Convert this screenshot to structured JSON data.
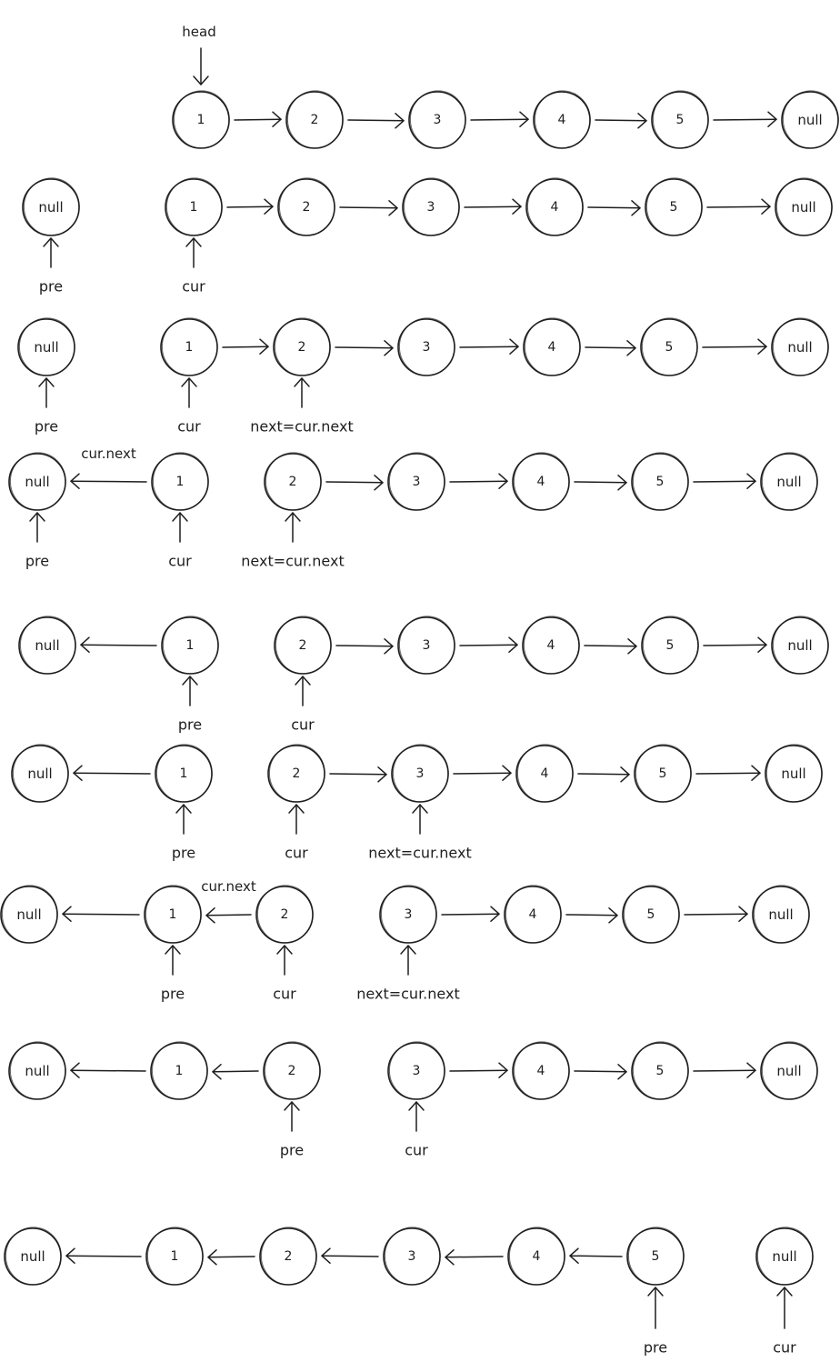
{
  "colors": {
    "ink": "#1e1e1e",
    "background": "#ffffff"
  },
  "steps": [
    {
      "nodes": [
        "1",
        "2",
        "3",
        "4",
        "5",
        "null"
      ],
      "arrows": [
        [
          0,
          1
        ],
        [
          1,
          2
        ],
        [
          2,
          3
        ],
        [
          3,
          4
        ],
        [
          4,
          5
        ]
      ],
      "labels": [
        {
          "text": "head",
          "node": 0,
          "side": "above"
        }
      ]
    },
    {
      "nodes": [
        "null",
        "1",
        "2",
        "3",
        "4",
        "5",
        "null"
      ],
      "arrows": [
        [
          1,
          2
        ],
        [
          2,
          3
        ],
        [
          3,
          4
        ],
        [
          4,
          5
        ],
        [
          5,
          6
        ]
      ],
      "labels": [
        {
          "text": "pre",
          "node": 0,
          "side": "below"
        },
        {
          "text": "cur",
          "node": 1,
          "side": "below"
        }
      ]
    },
    {
      "nodes": [
        "null",
        "1",
        "2",
        "3",
        "4",
        "5",
        "null"
      ],
      "arrows": [
        [
          1,
          2
        ],
        [
          2,
          3
        ],
        [
          3,
          4
        ],
        [
          4,
          5
        ],
        [
          5,
          6
        ]
      ],
      "labels": [
        {
          "text": "pre",
          "node": 0,
          "side": "below"
        },
        {
          "text": "cur",
          "node": 1,
          "side": "below"
        },
        {
          "text": "next=cur.next",
          "node": 2,
          "side": "below"
        }
      ]
    },
    {
      "nodes": [
        "null",
        "1",
        "2",
        "3",
        "4",
        "5",
        "null"
      ],
      "arrows": [
        [
          1,
          0
        ],
        [
          2,
          3
        ],
        [
          3,
          4
        ],
        [
          4,
          5
        ],
        [
          5,
          6
        ]
      ],
      "labels": [
        {
          "text": "pre",
          "node": 0,
          "side": "below"
        },
        {
          "text": "cur",
          "node": 1,
          "side": "below"
        },
        {
          "text": "next=cur.next",
          "node": 2,
          "side": "below"
        }
      ],
      "arrow_labels": [
        {
          "text": "cur.next",
          "arrow": 0
        }
      ]
    },
    {
      "nodes": [
        "null",
        "1",
        "2",
        "3",
        "4",
        "5",
        "null"
      ],
      "arrows": [
        [
          1,
          0
        ],
        [
          2,
          3
        ],
        [
          3,
          4
        ],
        [
          4,
          5
        ],
        [
          5,
          6
        ]
      ],
      "labels": [
        {
          "text": "pre",
          "node": 1,
          "side": "below"
        },
        {
          "text": "cur",
          "node": 2,
          "side": "below"
        }
      ]
    },
    {
      "nodes": [
        "null",
        "1",
        "2",
        "3",
        "4",
        "5",
        "null"
      ],
      "arrows": [
        [
          1,
          0
        ],
        [
          2,
          3
        ],
        [
          3,
          4
        ],
        [
          4,
          5
        ],
        [
          5,
          6
        ]
      ],
      "labels": [
        {
          "text": "pre",
          "node": 1,
          "side": "below"
        },
        {
          "text": "cur",
          "node": 2,
          "side": "below"
        },
        {
          "text": "next=cur.next",
          "node": 3,
          "side": "below"
        }
      ]
    },
    {
      "nodes": [
        "null",
        "1",
        "2",
        "3",
        "4",
        "5",
        "null"
      ],
      "arrows": [
        [
          1,
          0
        ],
        [
          2,
          1
        ],
        [
          3,
          4
        ],
        [
          4,
          5
        ],
        [
          5,
          6
        ]
      ],
      "labels": [
        {
          "text": "pre",
          "node": 1,
          "side": "below"
        },
        {
          "text": "cur",
          "node": 2,
          "side": "below"
        },
        {
          "text": "next=cur.next",
          "node": 3,
          "side": "below"
        }
      ],
      "arrow_labels": [
        {
          "text": "cur.next",
          "arrow": 1
        }
      ]
    },
    {
      "nodes": [
        "null",
        "1",
        "2",
        "3",
        "4",
        "5",
        "null"
      ],
      "arrows": [
        [
          1,
          0
        ],
        [
          2,
          1
        ],
        [
          3,
          4
        ],
        [
          4,
          5
        ],
        [
          5,
          6
        ]
      ],
      "labels": [
        {
          "text": "pre",
          "node": 2,
          "side": "below"
        },
        {
          "text": "cur",
          "node": 3,
          "side": "below"
        }
      ]
    },
    {
      "nodes": [
        "null",
        "1",
        "2",
        "3",
        "4",
        "5",
        "null"
      ],
      "arrows": [
        [
          1,
          0
        ],
        [
          2,
          1
        ],
        [
          3,
          2
        ],
        [
          4,
          3
        ],
        [
          5,
          4
        ]
      ],
      "labels": [
        {
          "text": "pre",
          "node": 5,
          "side": "below"
        },
        {
          "text": "cur",
          "node": 6,
          "side": "below"
        }
      ]
    }
  ]
}
